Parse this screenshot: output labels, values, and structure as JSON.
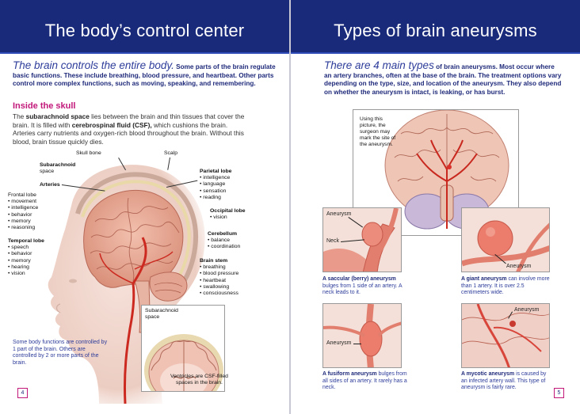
{
  "left_page": {
    "title": "The body’s control center",
    "lead_big": "The brain controls the entire body.",
    "lead_rest": " Some parts of the brain regulate basic functions. These include breathing, blood pressure, and heartbeat. Other parts control more complex functions, such as moving, speaking, and remembering.",
    "section_heading": "Inside the skull",
    "para_1": "The ",
    "para_bold_1": "subarachnoid space",
    "para_2": " lies between the brain and thin tissues that cover the brain. It is filled with ",
    "para_bold_2": "cerebrospinal fluid (CSF),",
    "para_3": " which cushions the brain. Arteries carry nutrients and oxygen-rich blood throughout the brain. Without this blood, brain tissue quickly dies.",
    "labels": {
      "skull_bone": "Skull bone",
      "scalp": "Scalp",
      "subarachnoid_space_1": "Subarachnoid",
      "subarachnoid_space_2": "space",
      "arteries": "Arteries",
      "frontal_lobe": "Frontal lobe",
      "frontal_items": [
        "movement",
        "intelligence",
        "behavior",
        "memory",
        "reasoning"
      ],
      "temporal_lobe": "Temporal lobe",
      "temporal_items": [
        "speech",
        "behavior",
        "memory",
        "hearing",
        "vision"
      ],
      "parietal_lobe": "Parietal lobe",
      "parietal_items": [
        "intelligence",
        "language",
        "sensation",
        "reading"
      ],
      "occipital_lobe": "Occipital lobe",
      "occipital_items": [
        "vision"
      ],
      "cerebellum": "Cerebellum",
      "cerebellum_items": [
        "balance",
        "coordination"
      ],
      "brain_stem": "Brain stem",
      "brain_stem_items": [
        "breathing",
        "blood pressure",
        "heartbeat",
        "swallowing",
        "consciousness"
      ],
      "inset_subarachnoid_1": "Subarachnoid",
      "inset_subarachnoid_2": "space",
      "ventricles_1": "Ventricles are CSF-filled",
      "ventricles_2": "spaces in the brain."
    },
    "note": "Some body functions are controlled by 1 part of the brain. Others are controlled by 2 or more parts of the brain.",
    "page_number": "4"
  },
  "right_page": {
    "title": "Types of brain aneurysms",
    "lead_big": "There are 4 main types",
    "lead_rest": " of brain aneurysms. Most occur where an artery branches, often at the base of the brain. The treatment options vary depending on the type, size, and location of the aneurysm. They also depend on whether the aneurysm is intact, is leaking, or has burst.",
    "brain_note": "Using this picture, the surgeon may mark the site of the aneurysm.",
    "panels": {
      "saccular": {
        "label_aneurysm": "Aneurysm",
        "label_neck": "Neck",
        "caption_bold": "A saccular (berry) aneurysm",
        "caption_rest": " bulges from 1 side of an artery. A neck leads to it."
      },
      "giant": {
        "label_aneurysm": "Aneurysm",
        "caption_bold": "A giant aneurysm",
        "caption_rest": " can involve more than 1 artery. It is over 2.5 centimeters wide."
      },
      "fusiform": {
        "label_aneurysm": "Aneurysm",
        "caption_bold": "A fusiform aneurysm",
        "caption_rest": " bulges from all sides of an artery. It rarely has a neck."
      },
      "mycotic": {
        "label_aneurysm": "Aneurysm",
        "caption_bold": "A mycotic aneurysm",
        "caption_rest": " is caused by an infected artery wall. This type of aneurysm is fairly rare."
      }
    },
    "page_number": "5"
  },
  "colors": {
    "banner": "#1a2a7a",
    "accent_pink": "#c2187a",
    "text_blue": "#2d3c9a"
  }
}
